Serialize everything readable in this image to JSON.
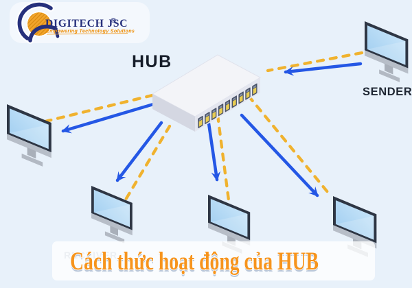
{
  "background": "#e8f1fa",
  "logo": {
    "company": "DIGITECH JSC",
    "registered_mark": "®",
    "tagline": "Empowering Technology Solutions",
    "navy": "#26307c",
    "orange": "#f2a52c"
  },
  "labels": {
    "hub": "HUB",
    "sender": "SENDER",
    "receiver": "RECEIVER"
  },
  "caption": {
    "text": "Cách thức hoạt động của HUB",
    "color": "#f6941d",
    "shadow": "#b9c7da"
  },
  "colors": {
    "cable_yellow": "#f0b22e",
    "signal_blue": "#2457e5",
    "monitor_frame": "#2e3644",
    "screen_blue": "#a9d4f3",
    "hub_body": "#eef0f6"
  },
  "diagram": {
    "type": "network-hub-broadcast",
    "nodes": [
      "sender",
      "hub",
      "receiver-left",
      "receiver-bottom-left",
      "receiver-bottom-middle",
      "receiver-bottom-right"
    ],
    "edges": [
      {
        "from": "sender",
        "to": "hub",
        "cable": "dashed-yellow",
        "signal": "blue-arrow"
      },
      {
        "from": "hub",
        "to": "receiver-left",
        "cable": "dashed-yellow",
        "signal": "blue-arrow"
      },
      {
        "from": "hub",
        "to": "receiver-bottom-left",
        "cable": "dashed-yellow",
        "signal": "blue-arrow"
      },
      {
        "from": "hub",
        "to": "receiver-bottom-middle",
        "cable": "dashed-yellow",
        "signal": "blue-arrow"
      },
      {
        "from": "hub",
        "to": "receiver-bottom-right",
        "cable": "dashed-yellow",
        "signal": "blue-arrow"
      }
    ]
  }
}
